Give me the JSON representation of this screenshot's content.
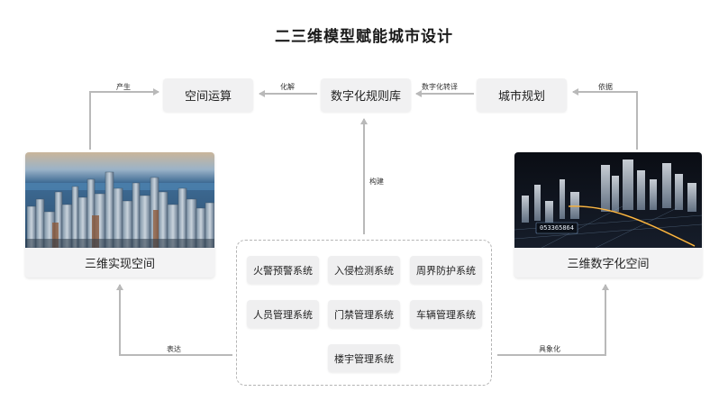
{
  "title": "二三维模型赋能城市设计",
  "nodes": {
    "space_calc": "空间运算",
    "rule_lib": "数字化规则库",
    "city_plan": "城市规划",
    "real_3d": "三维实现空间",
    "digital_3d": "三维数字化空间"
  },
  "edges": {
    "produce": "产生",
    "resolve": "化解",
    "digital_translate": "数字化转译",
    "basis": "依据",
    "build": "构建",
    "express": "表达",
    "concretize": "具象化"
  },
  "digital_display_number": "053365864",
  "systems": [
    "火警预警系统",
    "入侵检测系统",
    "周界防护系统",
    "人员管理系统",
    "门禁管理系统",
    "车辆管理系统",
    "楼宇管理系统"
  ],
  "colors": {
    "arrow": "#b9b9b9",
    "box_bg": "#f1f1f2",
    "accent_orange": "#f0a020"
  }
}
